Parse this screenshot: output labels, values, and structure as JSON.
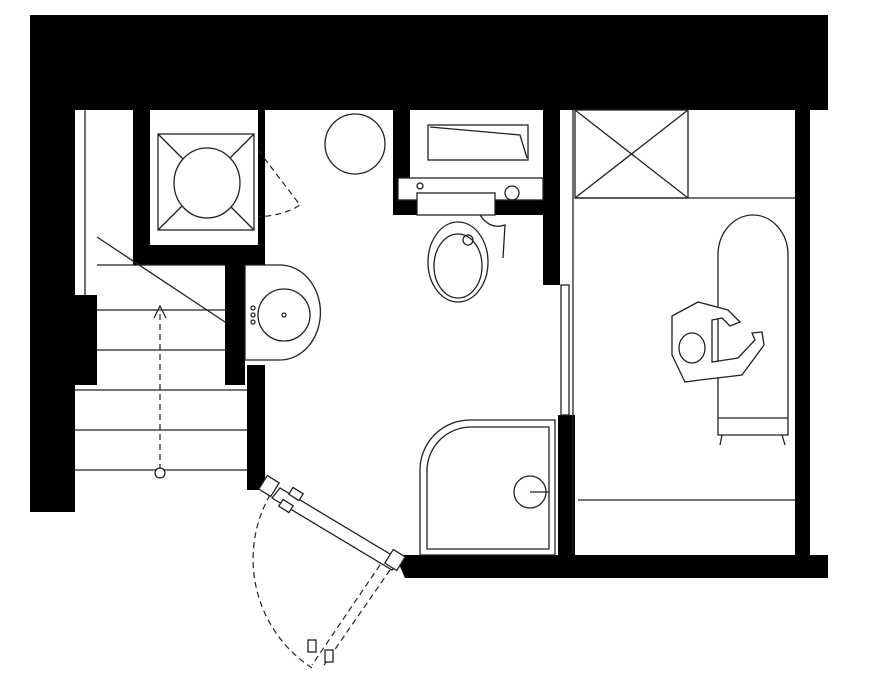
{
  "plan": {
    "type": "bathroom-floor-plan",
    "colors": {
      "wall": "#000000",
      "line": "#222222",
      "background": "#ffffff"
    },
    "fixtures": [
      "washing-machine",
      "round-rug",
      "bathtub-shelf",
      "cistern",
      "toilet",
      "sink",
      "shower-tray",
      "wardrobe",
      "mirror",
      "person",
      "staircase",
      "entry-door"
    ]
  }
}
